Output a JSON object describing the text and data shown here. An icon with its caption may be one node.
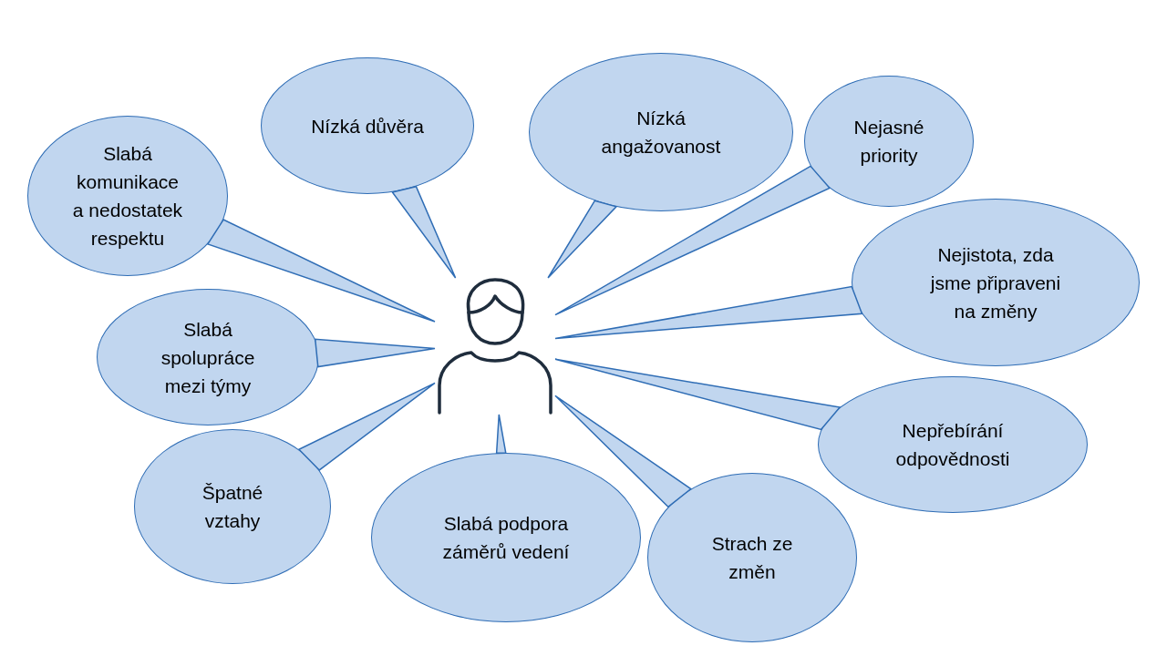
{
  "diagram": {
    "nodes": [
      {
        "text": [
          "Nízká důvěra"
        ]
      },
      {
        "text": [
          "Nízká angažovanost"
        ]
      },
      {
        "text": [
          "Nejasné priority"
        ]
      },
      {
        "text": [
          "Slabá komunikace a nedostatek respektu"
        ]
      },
      {
        "text": [
          "Nejistota, zda jsme připraveni na změny"
        ]
      },
      {
        "text": [
          "Slabá spolupráce mezi týmy"
        ]
      },
      {
        "text": [],
        "shape": "person"
      },
      {
        "text": [
          "Nepřebírání odpovědnosti"
        ]
      },
      {
        "text": [
          "Špatné vztahy"
        ]
      },
      {
        "text": [
          "Slabá podpora záměrů vedení"
        ]
      },
      {
        "text": [
          "Strach ze změn"
        ]
      }
    ],
    "edges": [
      {
        "from": 0,
        "to": 6,
        "arrow": "none"
      },
      {
        "from": 1,
        "to": 6,
        "arrow": "none"
      },
      {
        "from": 2,
        "to": 6,
        "arrow": "none"
      },
      {
        "from": 3,
        "to": 6,
        "arrow": "none"
      },
      {
        "from": 4,
        "to": 6,
        "arrow": "none"
      },
      {
        "from": 5,
        "to": 6,
        "arrow": "none"
      },
      {
        "from": 7,
        "to": 6,
        "arrow": "none"
      },
      {
        "from": 8,
        "to": 6,
        "arrow": "none"
      },
      {
        "from": 9,
        "to": 6,
        "arrow": "none"
      },
      {
        "from": 10,
        "to": 6,
        "arrow": "none"
      }
    ]
  }
}
